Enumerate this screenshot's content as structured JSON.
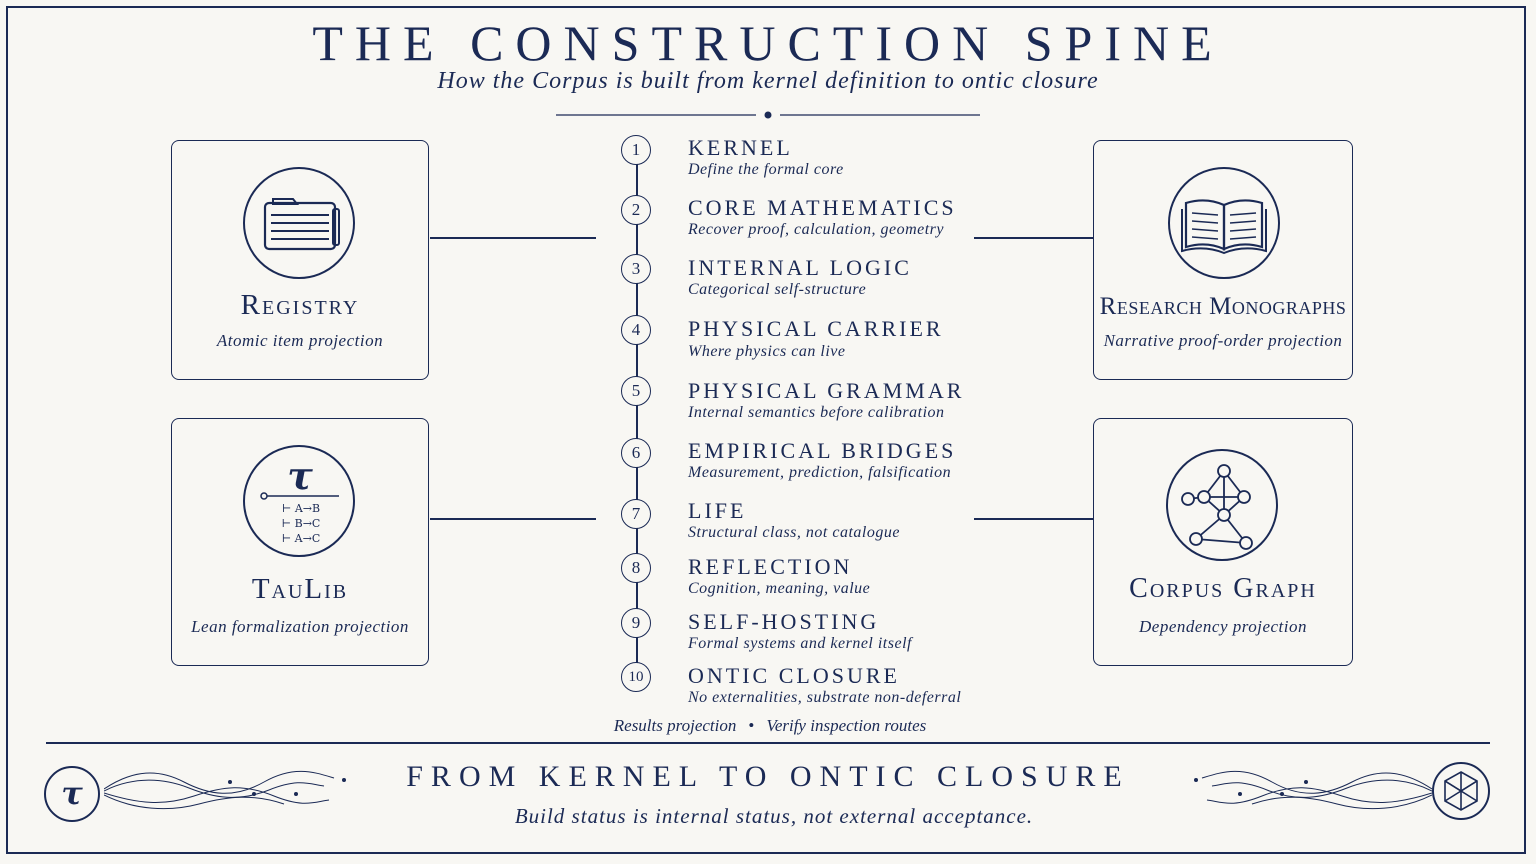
{
  "header": {
    "title": "THE CONSTRUCTION SPINE",
    "subtitle": "How the Corpus is built from kernel definition to ontic closure"
  },
  "projections": {
    "registry": {
      "name": "Registry",
      "description": "Atomic item projection",
      "icon": "folder-icon"
    },
    "research_monographs": {
      "name": "Research Monographs",
      "description": "Narrative proof-order projection",
      "icon": "open-book-icon"
    },
    "taulib": {
      "name": "TauLib",
      "description": "Lean formalization projection",
      "icon": "tau-proof-icon",
      "symbol": "τ",
      "proof_lines": [
        "⊢ A→B",
        "⊢ B→C",
        "⊢ A→C"
      ]
    },
    "corpus_graph": {
      "name": "Corpus Graph",
      "description": "Dependency projection",
      "icon": "network-graph-icon"
    }
  },
  "steps": [
    {
      "number": "1",
      "title": "KERNEL",
      "description": "Define the formal core"
    },
    {
      "number": "2",
      "title": "CORE MATHEMATICS",
      "description": "Recover proof, calculation, geometry"
    },
    {
      "number": "3",
      "title": "INTERNAL LOGIC",
      "description": "Categorical self-structure"
    },
    {
      "number": "4",
      "title": "PHYSICAL CARRIER",
      "description": "Where physics can live"
    },
    {
      "number": "5",
      "title": "PHYSICAL GRAMMAR",
      "description": "Internal semantics before calibration"
    },
    {
      "number": "6",
      "title": "EMPIRICAL BRIDGES",
      "description": "Measurement, prediction, falsification"
    },
    {
      "number": "7",
      "title": "LIFE",
      "description": "Structural class, not catalogue"
    },
    {
      "number": "8",
      "title": "REFLECTION",
      "description": "Cognition, meaning, value"
    },
    {
      "number": "9",
      "title": "SELF-HOSTING",
      "description": "Formal systems and kernel itself"
    },
    {
      "number": "10",
      "title": "ONTIC CLOSURE",
      "description": "No externalities, substrate non-deferral"
    }
  ],
  "results_line": {
    "left": "Results projection",
    "separator": "•",
    "right": "Verify inspection routes"
  },
  "footer": {
    "title": "FROM KERNEL TO ONTIC CLOSURE",
    "subtitle": "Build status is internal status, not external acceptance.",
    "tau_symbol": "τ"
  },
  "colors": {
    "ink": "#1b2a55",
    "background": "#f8f7f3"
  }
}
